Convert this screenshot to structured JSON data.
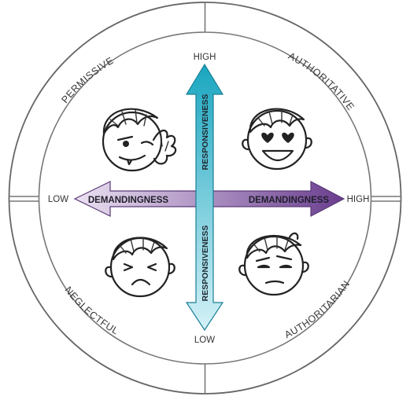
{
  "quadrants": {
    "top_left": "PERMISSIVE",
    "top_right": "AUTHORITATIVE",
    "bottom_left": "NEGLECTFUL",
    "bottom_right": "AUTHORITARIAN"
  },
  "vertical_axis": {
    "top_end": "HIGH",
    "bottom_end": "LOW",
    "upper_label": "RESPONSIVENESS",
    "lower_label": "RESPONSIVENESS",
    "color_top": "#1aa6c0",
    "color_bottom": "#d4f1f7"
  },
  "horizontal_axis": {
    "left_end": "LOW",
    "right_end": "HIGH",
    "left_label": "DEMANDINGNESS",
    "right_label": "DEMANDINGNESS",
    "color_left": "#ece2f2",
    "color_right": "#6a3d8f"
  },
  "faces": {
    "top_left": "winking-face-icon",
    "top_right": "heart-eyes-face-icon",
    "bottom_left": "frowning-face-icon",
    "bottom_right": "skeptical-face-icon"
  }
}
